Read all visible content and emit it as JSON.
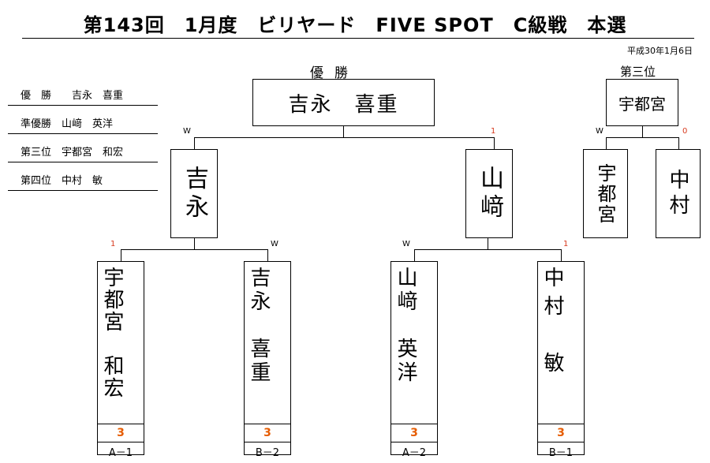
{
  "title": "第143回　1月度　ビリヤード　FIVE SPOT　C級戦　本選",
  "date": "平成30年1月6日",
  "results": [
    {
      "rank": "優　勝",
      "name": "吉永　喜重"
    },
    {
      "rank": "準優勝",
      "name": "山﨑　英洋"
    },
    {
      "rank": "第三位",
      "name": "宇都宮　和宏"
    },
    {
      "rank": "第四位",
      "name": "中村　敏"
    }
  ],
  "champion": {
    "caption": "優勝",
    "name": "吉永　喜重"
  },
  "third_place": {
    "caption": "第三位",
    "winner": "宇都宮",
    "left": {
      "name": "宇都宮",
      "mark": "W"
    },
    "right": {
      "name": "中村",
      "mark": "0"
    }
  },
  "final": [
    {
      "name": "吉永",
      "mark": "W"
    },
    {
      "name": "山﨑",
      "mark": "1"
    }
  ],
  "first_round": [
    {
      "name": "宇都宮　和宏",
      "mark": "1",
      "score": "3",
      "seed": "A－1"
    },
    {
      "name": "吉永　喜重",
      "mark": "W",
      "score": "3",
      "seed": "B－2"
    },
    {
      "name": "山﨑　英洋",
      "mark": "W",
      "score": "3",
      "seed": "A－2"
    },
    {
      "name": "中村　敏",
      "mark": "1",
      "score": "3",
      "seed": "B－1"
    }
  ]
}
